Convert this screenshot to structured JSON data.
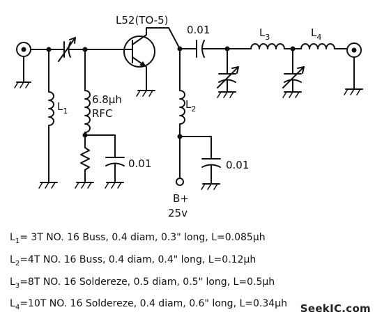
{
  "labels": {
    "transistor": "L52(TO-5)",
    "coupling_cap": "0.01",
    "L1": "L",
    "L1_sub": "1",
    "L2": "L",
    "L2_sub": "2",
    "L3": "L",
    "L3_sub": "3",
    "L4": "L",
    "L4_sub": "4",
    "rfc_value": "6.8μh",
    "rfc_name": "RFC",
    "bypass_cap_1": "0.01",
    "bypass_cap_2": "0.01",
    "supply_name": "B+",
    "supply_voltage": "25v"
  },
  "notes": [
    {
      "coil": "L",
      "sub": "1",
      "text": "= 3T NO. 16 Buss, 0.4 diam, 0.3\" long, L=0.085μh"
    },
    {
      "coil": "L",
      "sub": "2",
      "text": "=4T NO. 16 Buss, 0.4 diam, 0.4\" long, L=0.12μh"
    },
    {
      "coil": "L",
      "sub": "3",
      "text": "=8T NO. 16 Soldereze, 0.5 diam, 0.5\" long, L=0.5μh"
    },
    {
      "coil": "L",
      "sub": "4",
      "text": "=10T NO. 16 Soldereze, 0.4 diam, 0.6\" long, L=0.34μh"
    }
  ],
  "watermark": "SeekIC.com",
  "colors": {
    "ink": "#111111",
    "paper": "#ffffff"
  }
}
